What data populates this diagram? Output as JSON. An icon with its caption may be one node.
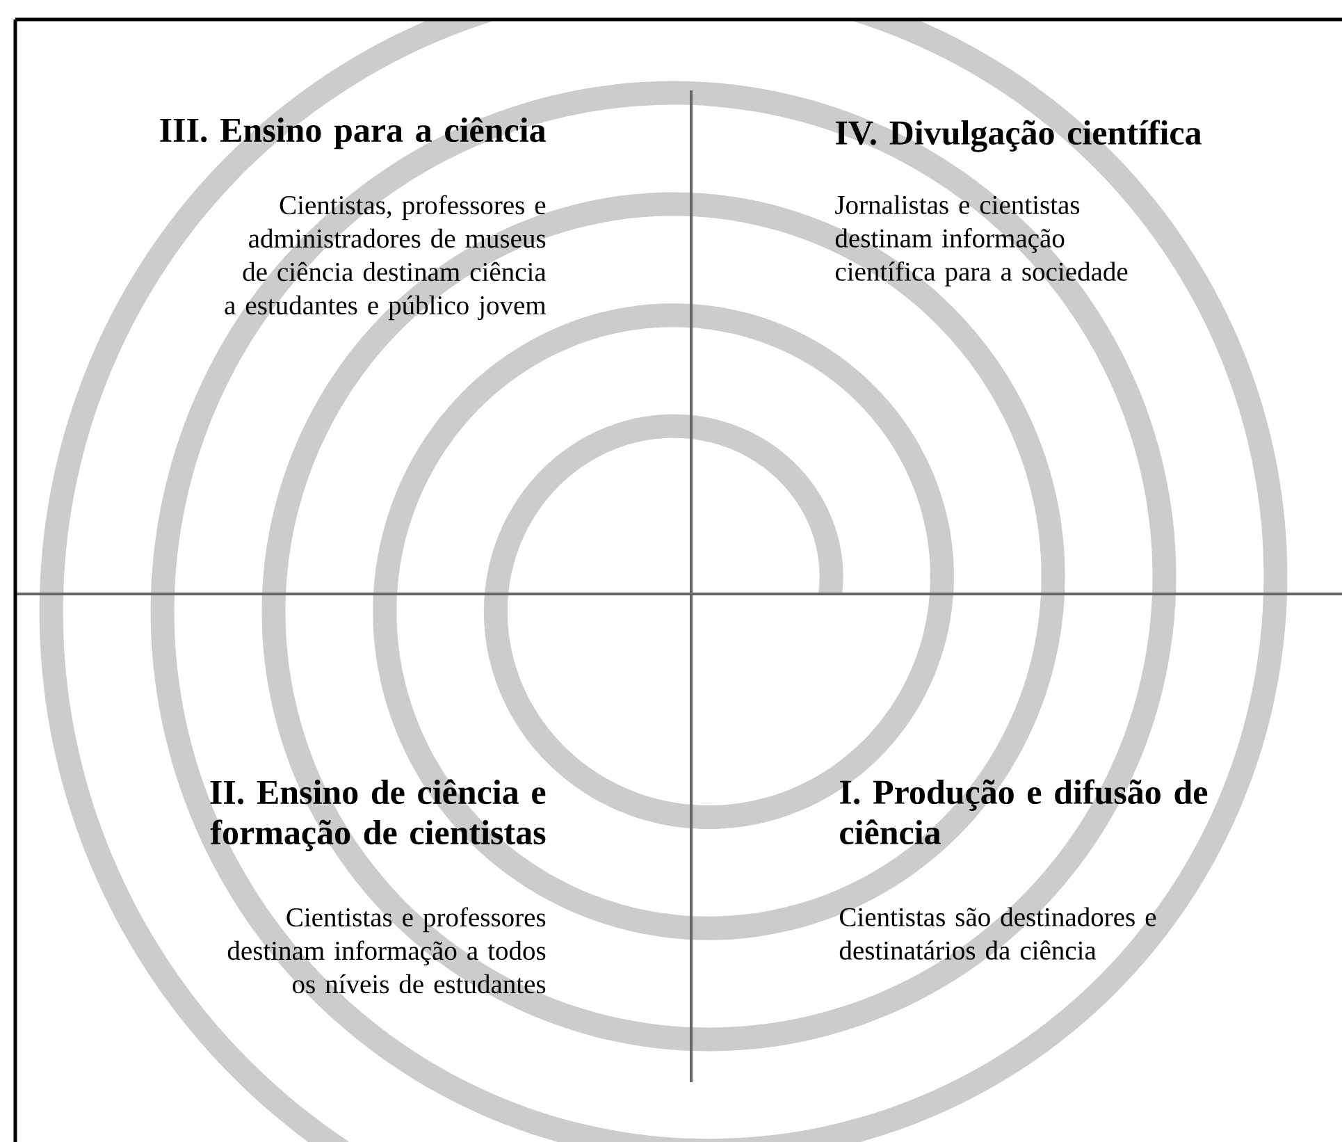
{
  "diagram": {
    "labels": [
      "III. Ensino para a ciência",
      "Cientistas, professores e administradores de museus de ciência destinam ciência a estudantes e público jovem",
      "IV. Divulgação científica",
      "Jornalistas e cientistas destinam informação científica para a sociedade",
      "II. Ensino de ciência e formação de cientistas",
      "Cientistas e professores destinam informação a todos os níveis de estudantes",
      "I. Produção e difusão de ciência",
      "Cientistas são destinadores e destinatários da ciência"
    ]
  }
}
